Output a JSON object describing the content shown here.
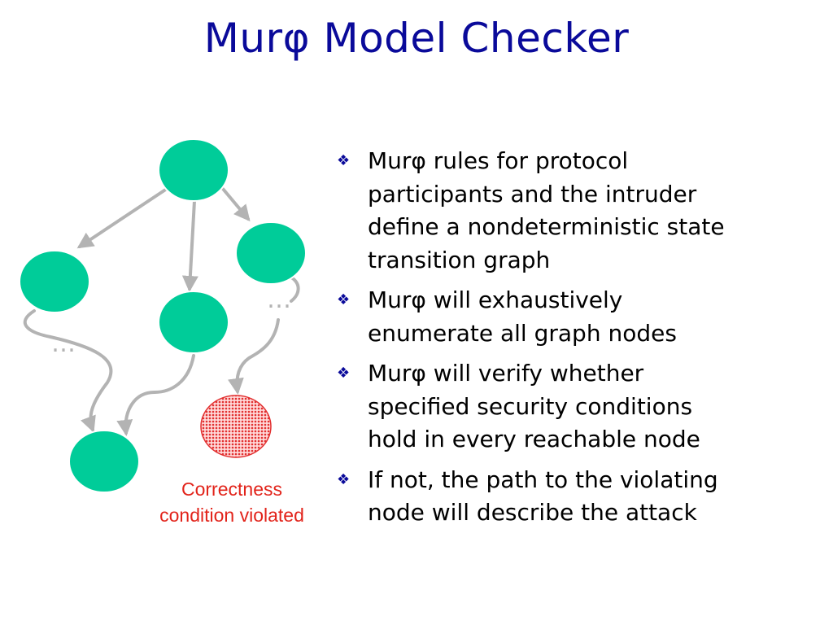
{
  "title": "Murφ Model Checker",
  "diagram": {
    "ellipsis_left": "…",
    "ellipsis_right": "…",
    "caption_line1": "Correctness",
    "caption_line2": "condition violated",
    "colors": {
      "node_fill": "#00cc99",
      "violated_fill": "#f23c3c",
      "edge": "#b3b3b3",
      "caption": "#e2231a"
    }
  },
  "bullet_marker": "❖",
  "bullets": [
    {
      "lines": [
        "Murφ rules for protocol",
        "participants and the intruder",
        "define a nondeterministic state",
        "transition graph"
      ]
    },
    {
      "lines": [
        "Murφ will exhaustively",
        "enumerate all graph nodes"
      ]
    },
    {
      "lines": [
        "Murφ will verify whether",
        "specified security conditions",
        "hold in every reachable node"
      ]
    },
    {
      "lines": [
        "If not, the path to the violating",
        "node will describe the attack"
      ]
    }
  ]
}
